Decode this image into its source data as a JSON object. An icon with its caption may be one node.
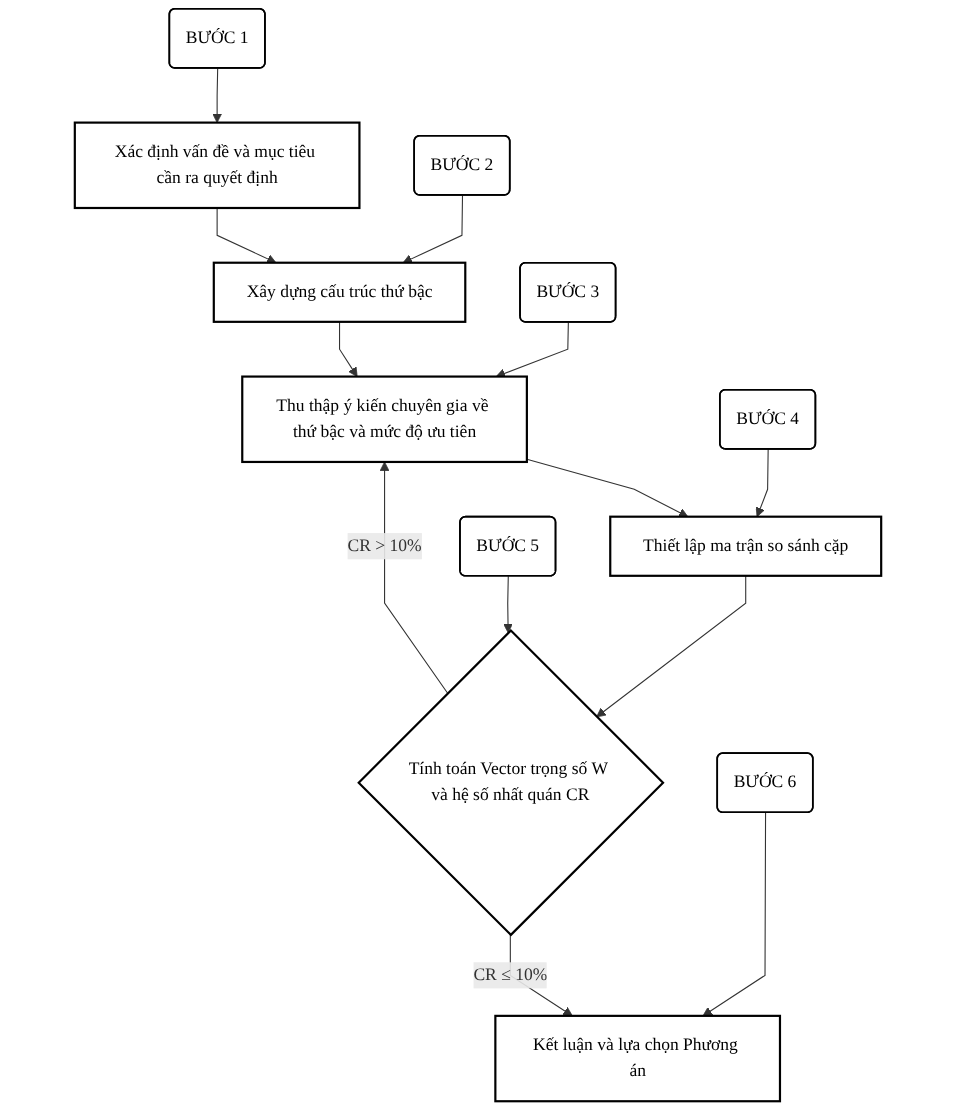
{
  "diagram": {
    "nodes": [
      {
        "text": [
          "BƯỚC 1"
        ]
      },
      {
        "text": [
          "Xác định vấn đề và mục tiêu cần ra quyết định"
        ]
      },
      {
        "text": [
          "BƯỚC 2"
        ]
      },
      {
        "text": [
          "Xây dựng cấu trúc thứ bậc"
        ]
      },
      {
        "text": [
          "BƯỚC 3"
        ]
      },
      {
        "text": [
          "Thu thập ý kiến chuyên gia về thứ bậc và mức độ ưu tiên"
        ]
      },
      {
        "text": [
          "BƯỚC 4"
        ]
      },
      {
        "text": [
          "Thiết lập ma trận so sánh cặp"
        ]
      },
      {
        "text": [
          "BƯỚC 5"
        ]
      },
      {
        "text": [
          "Tính toán Vector trọng số W và hệ số nhất quán CR"
        ]
      },
      {
        "text": [
          "BƯỚC 6"
        ]
      },
      {
        "text": [
          "Kết luận và lựa chọn Phương án"
        ]
      }
    ],
    "edges": [
      {
        "from": 0,
        "to": 1,
        "arrow": "to"
      },
      {
        "from": 1,
        "to": 3,
        "arrow": "to"
      },
      {
        "from": 2,
        "to": 3,
        "arrow": "to"
      },
      {
        "from": 3,
        "to": 5,
        "arrow": "to"
      },
      {
        "from": 4,
        "to": 5,
        "arrow": "to"
      },
      {
        "from": 5,
        "to": 7,
        "arrow": "to"
      },
      {
        "from": 6,
        "to": 7,
        "arrow": "to"
      },
      {
        "from": 7,
        "to": 9,
        "arrow": "to"
      },
      {
        "from": 8,
        "to": 9,
        "arrow": "to"
      },
      {
        "from": 9,
        "to": 5,
        "label": "CR > 10%",
        "arrow": "to"
      },
      {
        "from": 9,
        "to": 11,
        "label": "CR ≤ 10%",
        "arrow": "to"
      },
      {
        "from": 10,
        "to": 11,
        "arrow": "to"
      }
    ]
  }
}
